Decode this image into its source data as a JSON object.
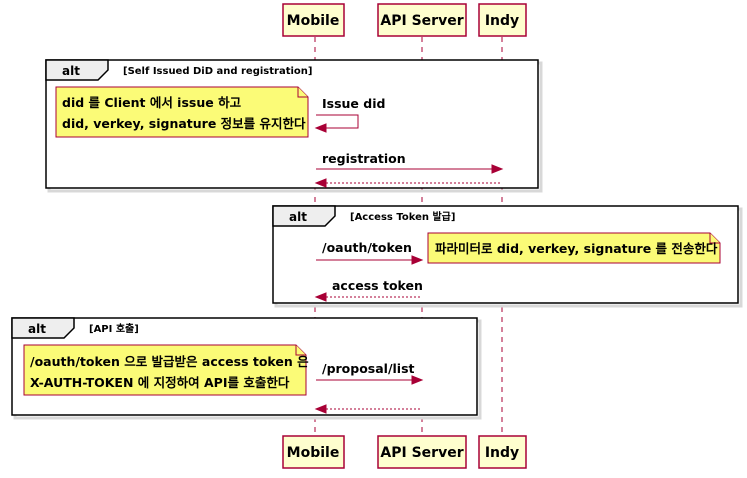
{
  "participants": [
    "Mobile",
    "API Server",
    "Indy"
  ],
  "groups": [
    {
      "kind": "alt",
      "condition": "[Self Issued DiD and registration]",
      "note": [
        "did 를 Client 에서 issue 하고",
        "did, verkey, signature 정보를 유지한다"
      ],
      "messages": [
        "Issue did",
        "registration"
      ]
    },
    {
      "kind": "alt",
      "condition": "[Access Token 발급]",
      "note": [
        "파라미터로 did, verkey, signature 를 전송한다"
      ],
      "messages": [
        "/oauth/token",
        "access token"
      ]
    },
    {
      "kind": "alt",
      "condition": "[API 호출]",
      "note": [
        "/oauth/token 으로 발급받은 access token 은",
        "X-AUTH-TOKEN 에 지정하여 API를 호출한다"
      ],
      "messages": [
        "/proposal/list"
      ]
    }
  ],
  "colors": {
    "participant_fill": "#FEFECE",
    "border": "#A80036",
    "note_fill": "#FBFB77",
    "tab_fill": "#EEEEEE"
  }
}
